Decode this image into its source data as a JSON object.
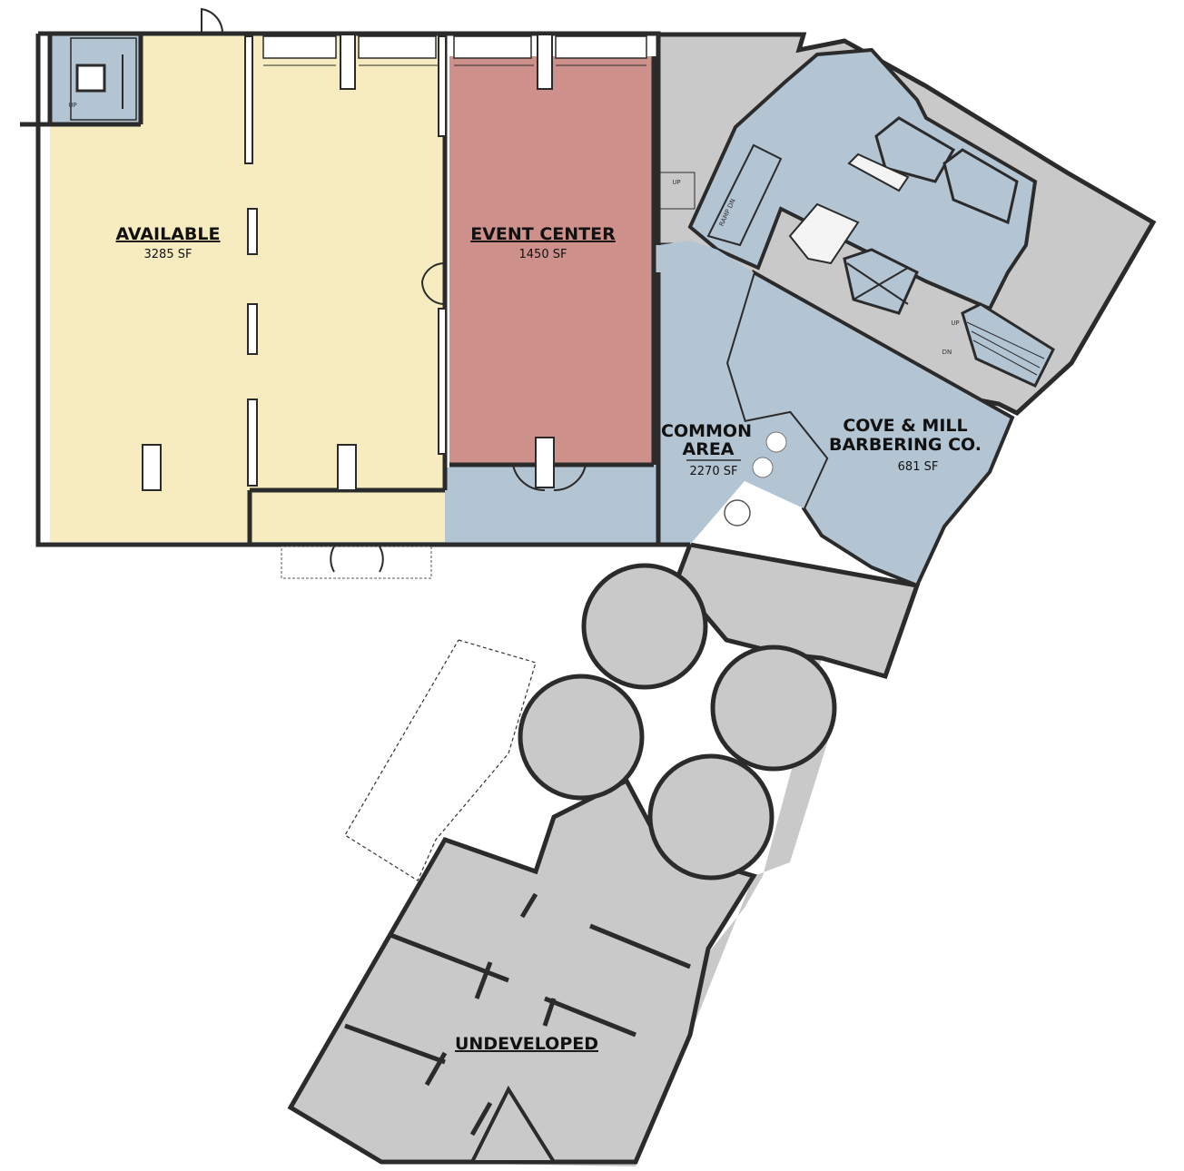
{
  "rooms": {
    "available": {
      "name": "AVAILABLE",
      "area": "3285 SF"
    },
    "event_center": {
      "name": "EVENT CENTER",
      "area": "1450 SF"
    },
    "common_area": {
      "name_line1": "COMMON",
      "name_line2": "AREA",
      "area": "2270 SF"
    },
    "cove_mill": {
      "name_line1": "COVE & MILL",
      "name_line2": "BARBERING CO.",
      "area": "681 SF"
    },
    "undeveloped": {
      "name": "UNDEVELOPED"
    }
  },
  "annotations": {
    "stair_up": "UP",
    "stair_up_small": "UP",
    "stair_dn": "DN",
    "ramp_dn": "RAMP DN"
  },
  "colors": {
    "available": "#f7ecbf",
    "event_center": "#cd908a",
    "common": "#b3c4d3",
    "undeveloped": "#c9c9c9",
    "wall": "#2b2b2b"
  }
}
